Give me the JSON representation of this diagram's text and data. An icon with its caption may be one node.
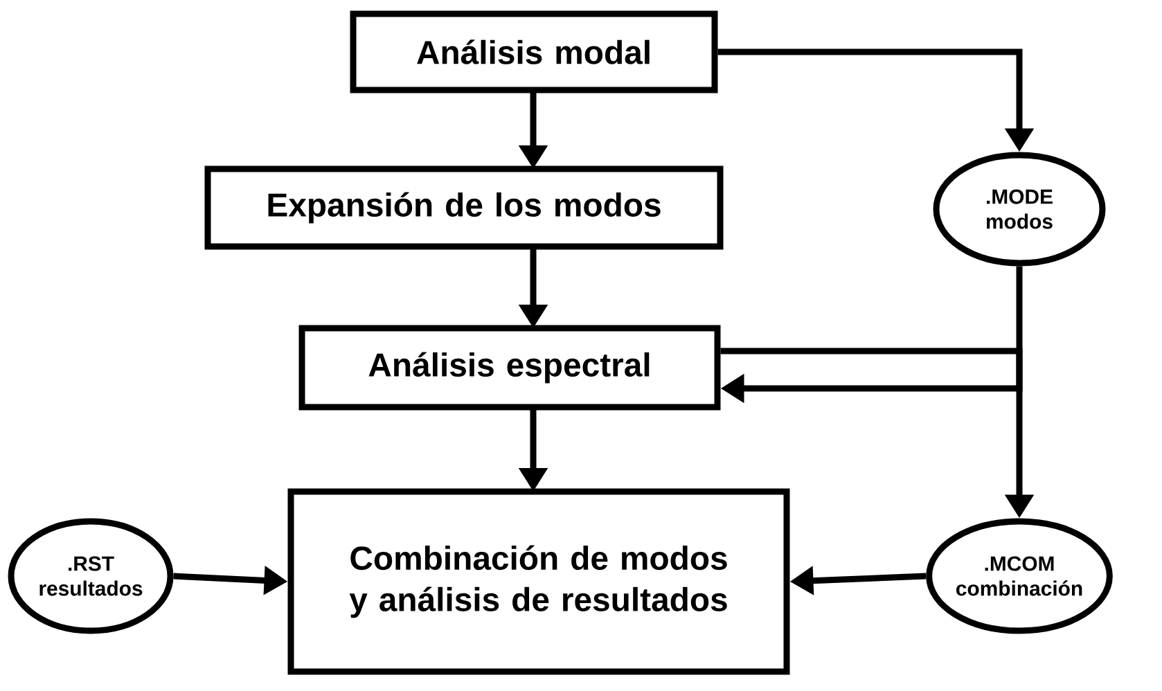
{
  "diagram": {
    "nodes": [
      {
        "text": [
          "Análisis modal"
        ]
      },
      {
        "text": [
          ".MODE",
          "modos"
        ]
      },
      {
        "text": [
          "Expansión de los modos"
        ]
      },
      {
        "text": [
          "Análisis espectral"
        ]
      },
      {
        "text": [
          ".RST",
          "resultados"
        ]
      },
      {
        "text": [
          "Combinación de modos y análisis de resultados"
        ]
      },
      {
        "text": [
          ".MCOM",
          "combinación"
        ]
      }
    ],
    "edges": [
      {
        "from": 0,
        "to": 2,
        "arrow": "to"
      },
      {
        "from": 0,
        "to": 1,
        "arrow": "to"
      },
      {
        "from": 2,
        "to": 3,
        "arrow": "to"
      },
      {
        "from": 1,
        "to": 3,
        "arrow": "to"
      },
      {
        "from": 3,
        "to": 5,
        "arrow": "to"
      },
      {
        "from": 3,
        "to": 6,
        "arrow": "to"
      },
      {
        "from": 4,
        "to": 5,
        "arrow": "to"
      },
      {
        "from": 6,
        "to": 5,
        "arrow": "to"
      }
    ]
  }
}
